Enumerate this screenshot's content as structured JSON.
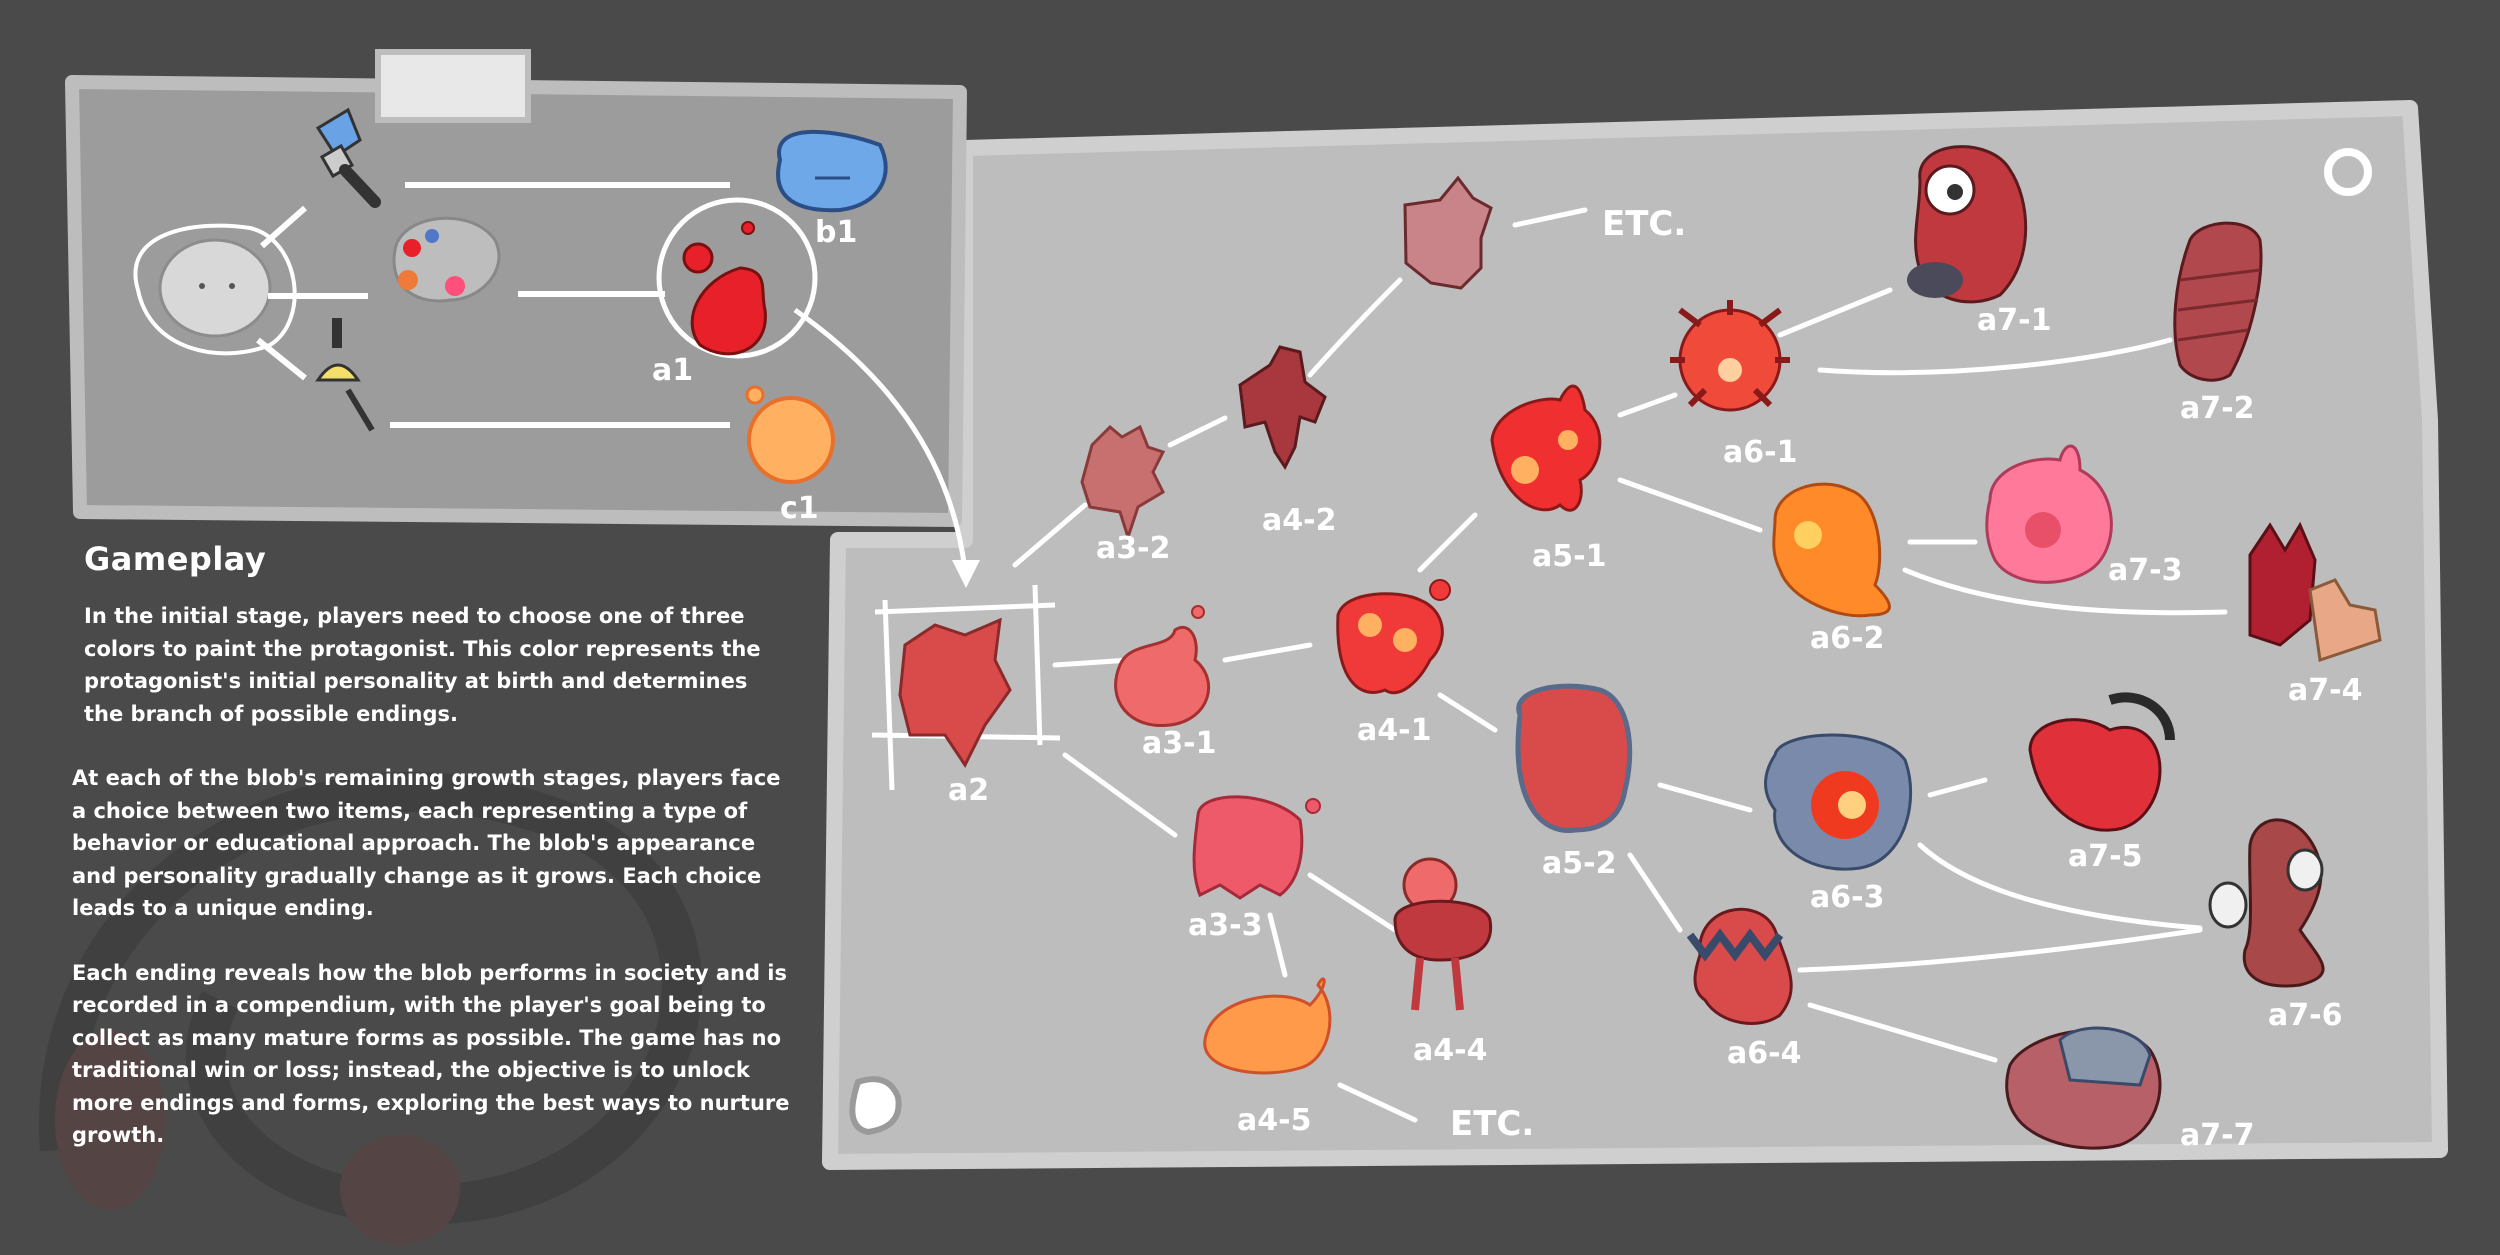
{
  "gameplay": {
    "heading": "Gameplay",
    "paragraphs": [
      "In the initial stage, players need to choose one of three colors to paint the protagonist. This color represents the protagonist's initial personality at birth and determines the branch of possible endings.",
      "At each of the blob's remaining growth stages, players face a choice between two items, each representing a type of behavior or educational approach. The blob's appearance and personality gradually change as it grows. Each choice leads to a unique ending.",
      "Each ending reveals how the blob performs in society and is recorded in a compendium, with the player's goal being to collect as many mature forms as possible. The game has no traditional win or loss; instead, the objective is to unlock more endings and forms, exploring the best ways to nurture growth."
    ]
  },
  "start_panel": {
    "labels": {
      "b1": "b1",
      "a1": "a1",
      "c1": "c1"
    },
    "colors": {
      "blue": "#6fa8e8",
      "red": "#e8202a",
      "orange": "#ffb060",
      "base_blob": "#d8d8d8"
    }
  },
  "tree_labels": {
    "a2": "a2",
    "a3_1": "a3-1",
    "a3_2": "a3-2",
    "a3_3": "a3-3",
    "a4_1": "a4-1",
    "a4_2": "a4-2",
    "a4_4": "a4-4",
    "a4_5": "a4-5",
    "a5_1": "a5-1",
    "a5_2": "a5-2",
    "a6_1": "a6-1",
    "a6_2": "a6-2",
    "a6_3": "a6-3",
    "a6_4": "a6-4",
    "a7_1": "a7-1",
    "a7_2": "a7-2",
    "a7_3": "a7-3",
    "a7_4": "a7-4",
    "a7_5": "a7-5",
    "a7_6": "a7-6",
    "a7_7": "a7-7",
    "etc_top": "ETC.",
    "etc_bottom": "ETC."
  },
  "colors": {
    "background": "#4a4a4a",
    "panel_light": "#bdbdbd",
    "panel_start": "#9c9c9c",
    "accent_red": "#d94b4b",
    "line": "#ffffff"
  }
}
